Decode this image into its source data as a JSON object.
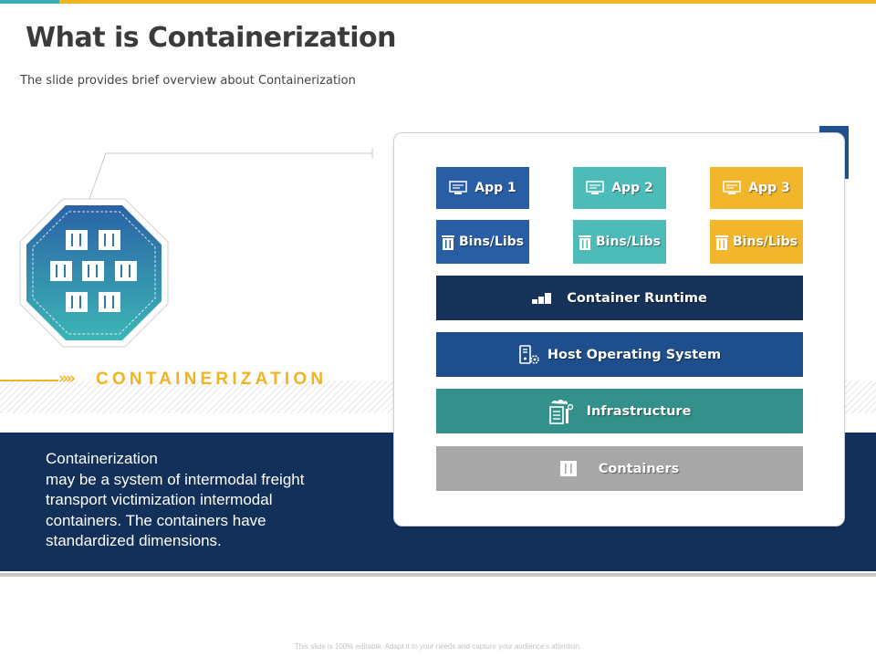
{
  "slide": {
    "title": "What is Containerization",
    "subtitle": "The slide provides brief overview about Containerization",
    "brand_label": "CONTAINERIZATION",
    "brand_chevrons": "»»",
    "description_lines": [
      "Containerization",
      "may be a system of intermodal freight",
      "transport victimization intermodal",
      "containers. The containers have",
      "standardized dimensions."
    ],
    "footer": "This slide is 100% editable. Adapt it to your needs and capture your audience's attention."
  },
  "stack": {
    "apps": [
      {
        "label": "App 1",
        "icon": "monitor-icon",
        "color": "#2a5ea4"
      },
      {
        "label": "App 2",
        "icon": "monitor-icon",
        "color": "#4dbcb9"
      },
      {
        "label": "App 3",
        "icon": "monitor-icon",
        "color": "#f1b62c"
      }
    ],
    "libs": [
      {
        "label": "Bins/Libs",
        "icon": "trash-bin-icon",
        "color": "#2a5ea4"
      },
      {
        "label": "Bins/Libs",
        "icon": "trash-bin-icon",
        "color": "#4dbcb9"
      },
      {
        "label": "Bins/Libs",
        "icon": "trash-bin-icon",
        "color": "#f1b62c"
      }
    ],
    "layers": [
      {
        "label": "Container Runtime",
        "icon": "bar-steps-icon",
        "color": "#163258"
      },
      {
        "label": "Host Operating System",
        "icon": "server-gear-icon",
        "color": "#1f4e8c"
      },
      {
        "label": "Infrastructure",
        "icon": "server-rack-icon",
        "color": "#33908a"
      },
      {
        "label": "Containers",
        "icon": "container-icon",
        "color": "#a7a7a7"
      }
    ]
  },
  "colors": {
    "accent_gold": "#f0b323",
    "accent_teal": "#3aaeb4",
    "navy": "#13305a"
  }
}
